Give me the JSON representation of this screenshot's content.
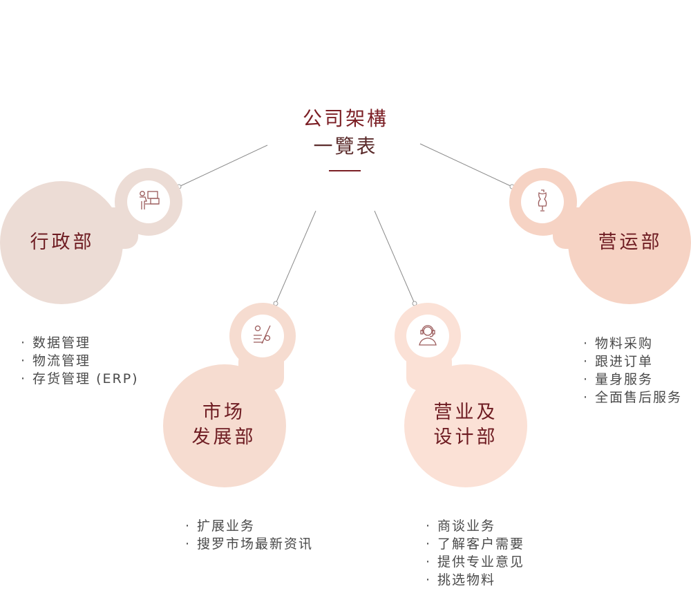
{
  "title": {
    "line1": "公司架構",
    "line2": "一覽表"
  },
  "departments": [
    {
      "name": "行政部",
      "icon": "presentation-icon",
      "color": "#ecdcd5",
      "items": [
        "数据管理",
        "物流管理",
        "存货管理 (ERP)"
      ]
    },
    {
      "name": "市场\n发展部",
      "icon": "sewing-tools-icon",
      "color": "#f6dcd0",
      "items": [
        "扩展业务",
        "搜罗市场最新资讯"
      ]
    },
    {
      "name": "营业及\n设计部",
      "icon": "customer-service-icon",
      "color": "#fbe1d6",
      "items": [
        "商谈业务",
        "了解客户需要",
        "提供专业意见",
        "挑选物料"
      ]
    },
    {
      "name": "营运部",
      "icon": "dress-form-icon",
      "color": "#f6d3c4",
      "items": [
        "物料采购",
        "跟进订单",
        "量身服务",
        "全面售后服务"
      ]
    }
  ],
  "colors": {
    "accent": "#7b1e24",
    "connector": "#8a8a8a"
  }
}
